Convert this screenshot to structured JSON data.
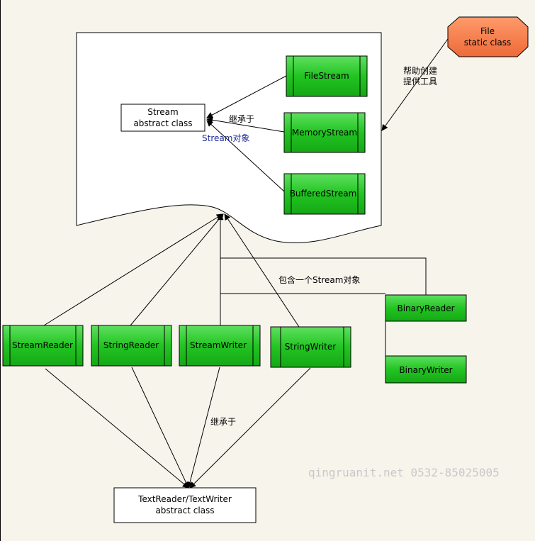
{
  "nodes": {
    "file_static": {
      "line1": "File",
      "line2": "static class"
    },
    "stream_abstract": {
      "line1": "Stream",
      "line2": "abstract class"
    },
    "filestream": {
      "label": "FileStream"
    },
    "memorystream": {
      "label": "MemoryStream"
    },
    "bufferedstream": {
      "label": "BufferedStream"
    },
    "streamreader": {
      "label": "StreamReader"
    },
    "stringreader": {
      "label": "StringReader"
    },
    "streamwriter": {
      "label": "StreamWriter"
    },
    "stringwriter": {
      "label": "StringWriter"
    },
    "binaryreader": {
      "label": "BinaryReader"
    },
    "binarywriter": {
      "label": "BinaryWriter"
    },
    "textreaderwriter": {
      "line1": "TextReader/TextWriter",
      "line2": "abstract class"
    }
  },
  "labels": {
    "help_create_line1": "帮助创建",
    "help_create_line2": "提供工具",
    "inherits_top": "继承于",
    "stream_object": "Stream对象",
    "contains_stream": "包含一个Stream对象",
    "inherits_bottom": "继承于"
  },
  "watermark": "qingruanit.net 0532-85025005",
  "colors": {
    "green_box": "#22c422",
    "orange_node": "#f27a4a",
    "background": "#f7f4ec",
    "blue_label": "#1e2a9a"
  }
}
